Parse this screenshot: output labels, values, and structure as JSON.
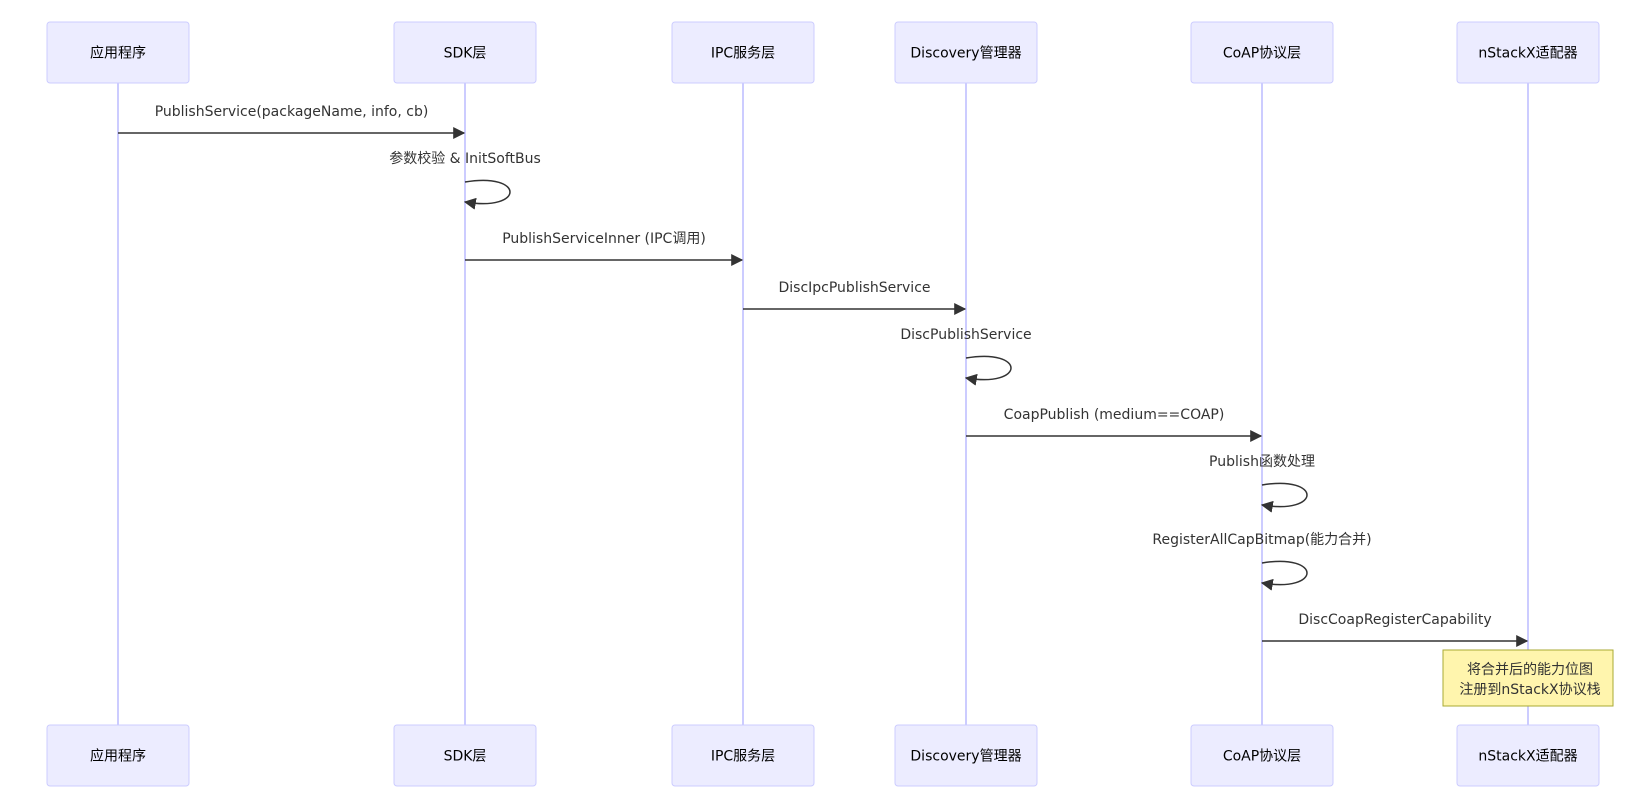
{
  "participants": [
    {
      "id": "app",
      "label": "应用程序"
    },
    {
      "id": "sdk",
      "label": "SDK层"
    },
    {
      "id": "ipc",
      "label": "IPC服务层"
    },
    {
      "id": "disc",
      "label": "Discovery管理器"
    },
    {
      "id": "coap",
      "label": "CoAP协议层"
    },
    {
      "id": "nstack",
      "label": "nStackX适配器"
    }
  ],
  "messages": [
    {
      "from": "app",
      "to": "sdk",
      "label": "PublishService(packageName, info, cb)"
    },
    {
      "from": "sdk",
      "to": "sdk",
      "label": "参数校验 & InitSoftBus"
    },
    {
      "from": "sdk",
      "to": "ipc",
      "label": "PublishServiceInner (IPC调用)"
    },
    {
      "from": "ipc",
      "to": "disc",
      "label": "DiscIpcPublishService"
    },
    {
      "from": "disc",
      "to": "disc",
      "label": "DiscPublishService"
    },
    {
      "from": "disc",
      "to": "coap",
      "label": "CoapPublish (medium==COAP)"
    },
    {
      "from": "coap",
      "to": "coap",
      "label": "Publish函数处理"
    },
    {
      "from": "coap",
      "to": "coap",
      "label": "RegisterAllCapBitmap(能力合并)"
    },
    {
      "from": "coap",
      "to": "nstack",
      "label": "DiscCoapRegisterCapability"
    }
  ],
  "note": {
    "over": "nstack",
    "lines": [
      "将合并后的能力位图",
      "注册到nStackX协议栈"
    ]
  },
  "colors": {
    "actor_fill": "#ECECFF",
    "actor_border": "#CCCCFF",
    "message_line": "#333333",
    "note_fill": "#FFF5AD",
    "note_border": "#AAAA33"
  }
}
